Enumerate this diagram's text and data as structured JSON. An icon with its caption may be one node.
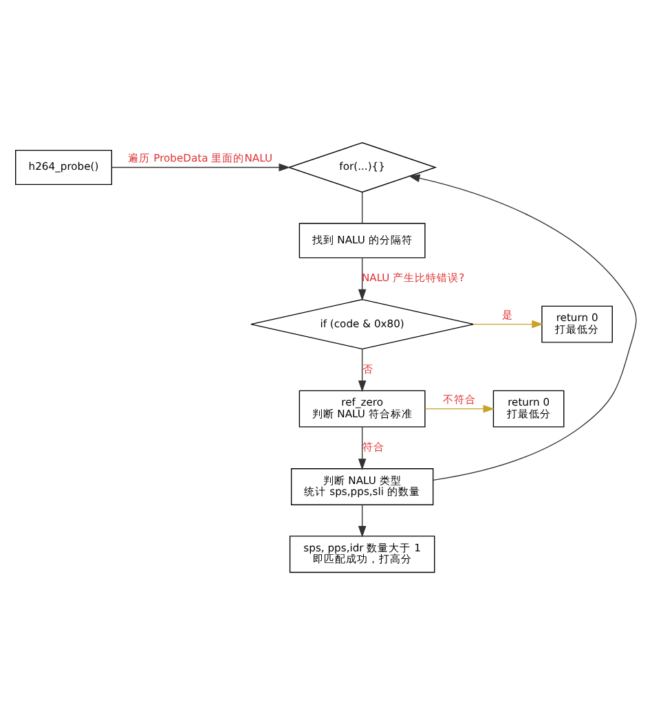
{
  "diagram": {
    "nodes": [
      {
        "text": [
          "h264_probe()"
        ]
      },
      {
        "text": [
          "for(...){}"
        ]
      },
      {
        "text": [
          "找到 NALU 的分隔符"
        ]
      },
      {
        "text": [
          "if (code & 0x80)"
        ]
      },
      {
        "text": [
          "return 0",
          "打最低分"
        ]
      },
      {
        "text": [
          "ref_zero",
          "判断 NALU 符合标准"
        ]
      },
      {
        "text": [
          "return 0",
          "打最低分"
        ]
      },
      {
        "text": [
          "判断 NALU 类型",
          "统计 sps,pps,sli 的数量"
        ]
      },
      {
        "text": [
          "sps, pps,idr 数量大于 1",
          "即匹配成功，打高分"
        ]
      }
    ],
    "edges": [
      {
        "from": 0,
        "to": 1,
        "arrow": "to",
        "label": "遍历 ProbeData 里面的NALU"
      },
      {
        "from": 1,
        "to": 2,
        "arrow": "none"
      },
      {
        "from": 2,
        "to": 3,
        "arrow": "to",
        "label": "NALU 产生比特错误?"
      },
      {
        "from": 3,
        "to": 4,
        "arrow": "to",
        "label": "是",
        "color": "#c9a227"
      },
      {
        "from": 3,
        "to": 5,
        "arrow": "to",
        "label": "否"
      },
      {
        "from": 5,
        "to": 6,
        "arrow": "to",
        "label": "不符合",
        "color": "#c9a227"
      },
      {
        "from": 5,
        "to": 7,
        "arrow": "to",
        "label": "符合"
      },
      {
        "from": 7,
        "to": 1,
        "arrow": "to"
      },
      {
        "from": 7,
        "to": 8,
        "arrow": "to"
      }
    ]
  }
}
